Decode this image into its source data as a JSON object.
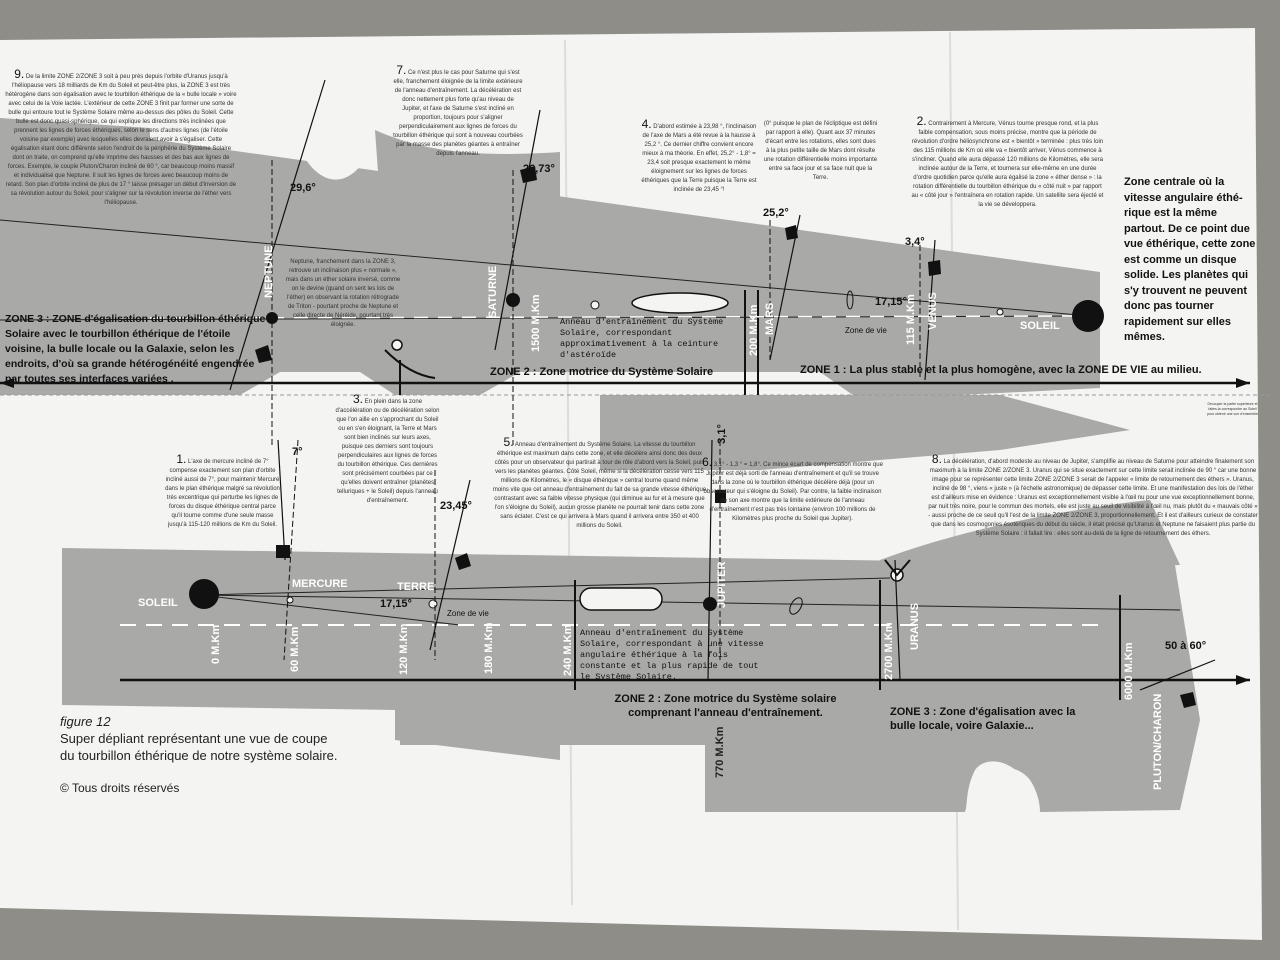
{
  "top": {
    "zone3": "ZONE 3 : ZONE d'égalisation du tourbillon éthérique Solaire avec le tourbillon éthérique de l'étoile voisine, la bulle locale ou la Galaxie, selon les endroits, d'où sa grande hétérogénéité engendrée par toutes ses interfaces variées .",
    "zone2": "ZONE 2 : Zone motrice du Système Solaire",
    "zone1": "ZONE 1 : La plus stable et la plus homogène, avec la ZONE DE VIE au milieu.",
    "central_zone": "Zone centrale où la vitesse angulaire éthé-rique est la même partout. De ce point due vue éthérique, cette zone est comme un disque solide. Les planètes qui s'y trouvent ne peuvent donc pas tourner rapidement sur elles mêmes.",
    "ring": "Anneau d'entraînement du Système Solaire, correspondant approximativement à la ceinture d'astéroïde",
    "zone_de_vie": "Zone de vie",
    "soleil": "SOLEIL",
    "planets": {
      "neptune": "NEPTUNE",
      "saturne": "SATURNE",
      "mars": "MARS",
      "venus": "VENUS"
    },
    "distances": {
      "saturne": "1500 M.Km",
      "mars": "200 M.Km",
      "venus": "115 M.Km"
    },
    "angles": {
      "neptune": "29,6°",
      "saturne": "26,73°",
      "mars": "25,2°",
      "venus": "3,4°",
      "ecliptic": "17,15°"
    }
  },
  "bottom": {
    "zone2": "ZONE 2 : Zone motrice du Système solaire comprenant l'anneau d'entraînement.",
    "zone3": "ZONE 3 : Zone d'égalisation avec la bulle locale, voire Galaxie...",
    "ring": "Anneau d'entraînement du Système Solaire, correspondant à une vitesse angulaire éthérique à la fois constante et la plus rapide de tout le Système Solaire.",
    "zone_de_vie": "Zone de vie",
    "soleil": "SOLEIL",
    "mercure": "MERCURE",
    "terre": "TERRE",
    "planets": {
      "jupiter": "JUPITER",
      "uranus": "URANUS",
      "pluton": "PLUTON/CHARON"
    },
    "distances": {
      "soleil": "0 M.Km",
      "mercure": "60 M.Km",
      "terre": "120 M.Km",
      "d180": "180 M.Km",
      "d240": "240 M.Km",
      "jupiter": "770 M.Km",
      "uranus": "2700 M.Km",
      "pluton": "6000 M.Km"
    },
    "angles": {
      "mercure": "7°",
      "terre": "23,45°",
      "jupiter": "3,1°",
      "ecliptic": "17,15°",
      "pluton": "50 à 60°"
    }
  },
  "paragraphs": {
    "p9": {
      "num": "9.",
      "text": "De la limite ZONE 2/ZONE 3 soit à peu près depuis l'orbite d'Uranus jusqu'à l'héliopause vers 18 milliards de Km du Soleil et peut-être plus, la ZONE 3 est très hétérogène dans son égalisation avec le tourbillon éthérique de la « bulle locale » voire avec celui de la Voie lactée. L'extérieur de cette ZONE 3 finit par former une sorte de bulle qui entoure tout le Système Solaire même au-dessus des pôles du Soleil. Cette bulle est donc quasi-sphérique, ce qui explique les directions très inclinées que prennent les lignes de forces éthériques, selon le sens d'autres lignes (de l'étoile voisine par exemple) avec lesquelles elles devraient avoir à s'égaliser. Cette égalisation étant donc différente selon l'endroit de la périphérie du Système Solaire dont on traite, on comprend qu'elle imprime des hausses et des bas aux lignes de forces. Exemple, le couple Pluton/Charon incliné de 60 °, car beaucoup moins massif et individualisé que Neptune. Il suit les lignes de forces avec beaucoup moins de retard. Son plan d'orbite incliné de plus de 17 ° laisse présager un début d'inversion de sa révolution autour du Soleil, pour s'aligner sur la révolution inverse de l'éther vers l'héliopause."
    },
    "p7": {
      "num": "7.",
      "text": "Ce n'est plus le cas pour Saturne qui s'est elle, franchement éloignée de la limite extérieure de l'anneau d'entraînement. La décélération est donc nettement plus forte qu'au niveau de Jupiter, et l'axe de Saturne s'est incliné en proportion, toujours pour s'aligner perpendiculairement aux lignes de forces du tourbillon éthérique qui sont à nouveau courbées par la masse des planètes géantes à entraîner depuis l'anneau."
    },
    "pNeptune": {
      "text": "Neptune, franchement dans la ZONE 3, retrouve un inclinaison plus « normale », mais dans un éther solaire inversé, comme on le devine (quand on sent les lois de l'éther) en observant la rotation rétrograde de Triton - pourtant proche de Neptune et celle directe de Néréide, pourtant très éloignée."
    },
    "p4": {
      "num": "4.",
      "text": "D'abord estimée à 23,98 °, l'inclinaison de l'axe de Mars a été revue à la hausse à 25,2 °. Ce dernier chiffre convient encore mieux à ma théorie. En effet, 25,2° - 1,8° = 23,4 soit presque exactement le même éloignement sur les lignes de forces éthériques que la Terre puisque la Terre est inclinée de 23,45 °!"
    },
    "pMars": {
      "text": "(0° puisque le plan de l'écliptique est défini par rapport à elle). Quant aux 37 minutes d'écart entre les rotations, elles sont dues à la plus petite taille de Mars dont résulte une rotation différentielle moins importante entre sa face jour et sa face nuit que la Terre."
    },
    "p2": {
      "num": "2.",
      "text": "Contrairement à Mercure, Vénus tourne presque rond, et la plus faible compensation, sous moins précise, montre que la période de révolution d'ordre héliosynchrone est « bientôt » terminée : plus très loin des 115 millions de Km où elle va « bientôt arriver, Vénus commence à s'incliner. Quand elle aura dépassé 120 millions de Kilomètres, elle sera inclinée autour de la Terre, et tournera sur elle-même en une durée d'ordre quotidien parce qu'elle aura égalisé la zone « éther dense » : la rotation différentielle du tourbillon éthérique du « côté nuit » par rapport au « côté jour » l'entraînera en rotation rapide. Un satellite sera éjecté et la vie se développera."
    },
    "p1": {
      "num": "1.",
      "text": "L'axe de mercure incliné de 7° compense exactement son plan d'orbite incliné aussi de 7°, pour maintenir Mercure dans le plan éthérique malgré sa révolution très excentrique qui perturbe les lignes de forces du disque éthérique central parce qu'il tourne comme d'une seule masse jusqu'à 115-120 millions de Km du Soleil."
    },
    "p3": {
      "num": "3.",
      "text": "En plein dans la zone d'accélération ou de décélération selon que l'on aille en s'approchant du Soleil ou en s'en éloignant, la Terre et Mars sont bien inclinés sur leurs axes, puisque ces derniers sont toujours perpendiculaires aux lignes de forces du tourbillon éthérique. Ces dernières sont précisément courbées par ce qu'elles doivent entraîner (planètes telluriques + le Soleil) depuis l'anneau d'entraînement."
    },
    "p5": {
      "num": "5.",
      "text": "Anneau d'entraînement du Système Solaire. La vitesse du tourbillon éthérique est maximum dans cette zone, et elle décélère ainsi donc des deux côtés pour un observateur qui partirait à tour de rôle d'abord vers la Soleil, puis vers les planètes géantes. Côté Soleil, même si la décélération cesse vers 115 millions de Kilomètres, le « disque éthérique » central tourne quand même moins vite que cet anneau d'entraînement du fait de sa grande vitesse éthérique contrastant avec sa faible vitesse physique (qui diminue au fur et à mesure que l'on s'éloigne du Soleil), aucun grosse planète ne pourrait tenir dans cette zone sans éclater. C'est ce qui arrivera à Mars quand il arrivera entre 350 et 400 millions du Soleil."
    },
    "p6": {
      "num": "6.",
      "text": "3,1° - 1,3 ° = 1,8°. Ce mince écart de compensation montre que Jupiter est déjà sorti de l'anneau d'entraînement et qu'il se trouve dans la zone où le tourbillon éthérique décélère déjà (pour un observateur qui s'éloigne du Soleil). Par contre, la faible inclinaison de son axe montre que la limite extérieure de l'anneau d'entraînement n'est pas très lointaine (environ 100 millions de Kilomètres plus proche du Soleil que Jupiter)."
    },
    "p8": {
      "num": "8.",
      "text": "La décélération, d'abord modeste au niveau de Jupiter, s'amplifie au niveau de Saturne pour atteindre finalement son maximum à la limite ZONE 2/ZONE 3. Uranus qui se situe exactement sur cette limite serait inclinée de 90 ° car une bonne image pour se représenter cette limite ZONE 2/ZONE 3 serait de l'appeler « limite de retournement des éthers ». Uranus, incliné de 98 °, viens « juste » (à l'échelle astronomique) de dépasser cette limite. Et une manifestation des lois de l'éther est d'ailleurs mise en évidence : Uranus est exceptionnellement visible à l'œil nu pour une vue exceptionnellement bonne, par nuit très noire, pour le commun des mortels, elle est juste au seuil de visibilité à l'œil nu, mais plutôt du « mauvais côté » - aussi proche de ce seuil qu'il l'est de la limite ZONE 2/ZONE 3, proportionnellement. Et il est d'ailleurs curieux de constater que dans les cosmogonies ésotériques du début du siècle, il était précisé qu'Uranus et Neptune ne faisaient plus partie du Système Solaire : il fallait lire : elles sont au-delà de la ligne de retournement des éthers."
    }
  },
  "caption": {
    "figure": "figure 12",
    "line1": "Super dépliant représentant une vue de coupe",
    "line2": "du tourbillon éthérique de notre système solaire.",
    "copyright": "© Tous droits réservés"
  },
  "cut_note": "Découper la partie supérieure et faites-la correspondre au Soleil pour obtenir une vue d'ensemble"
}
